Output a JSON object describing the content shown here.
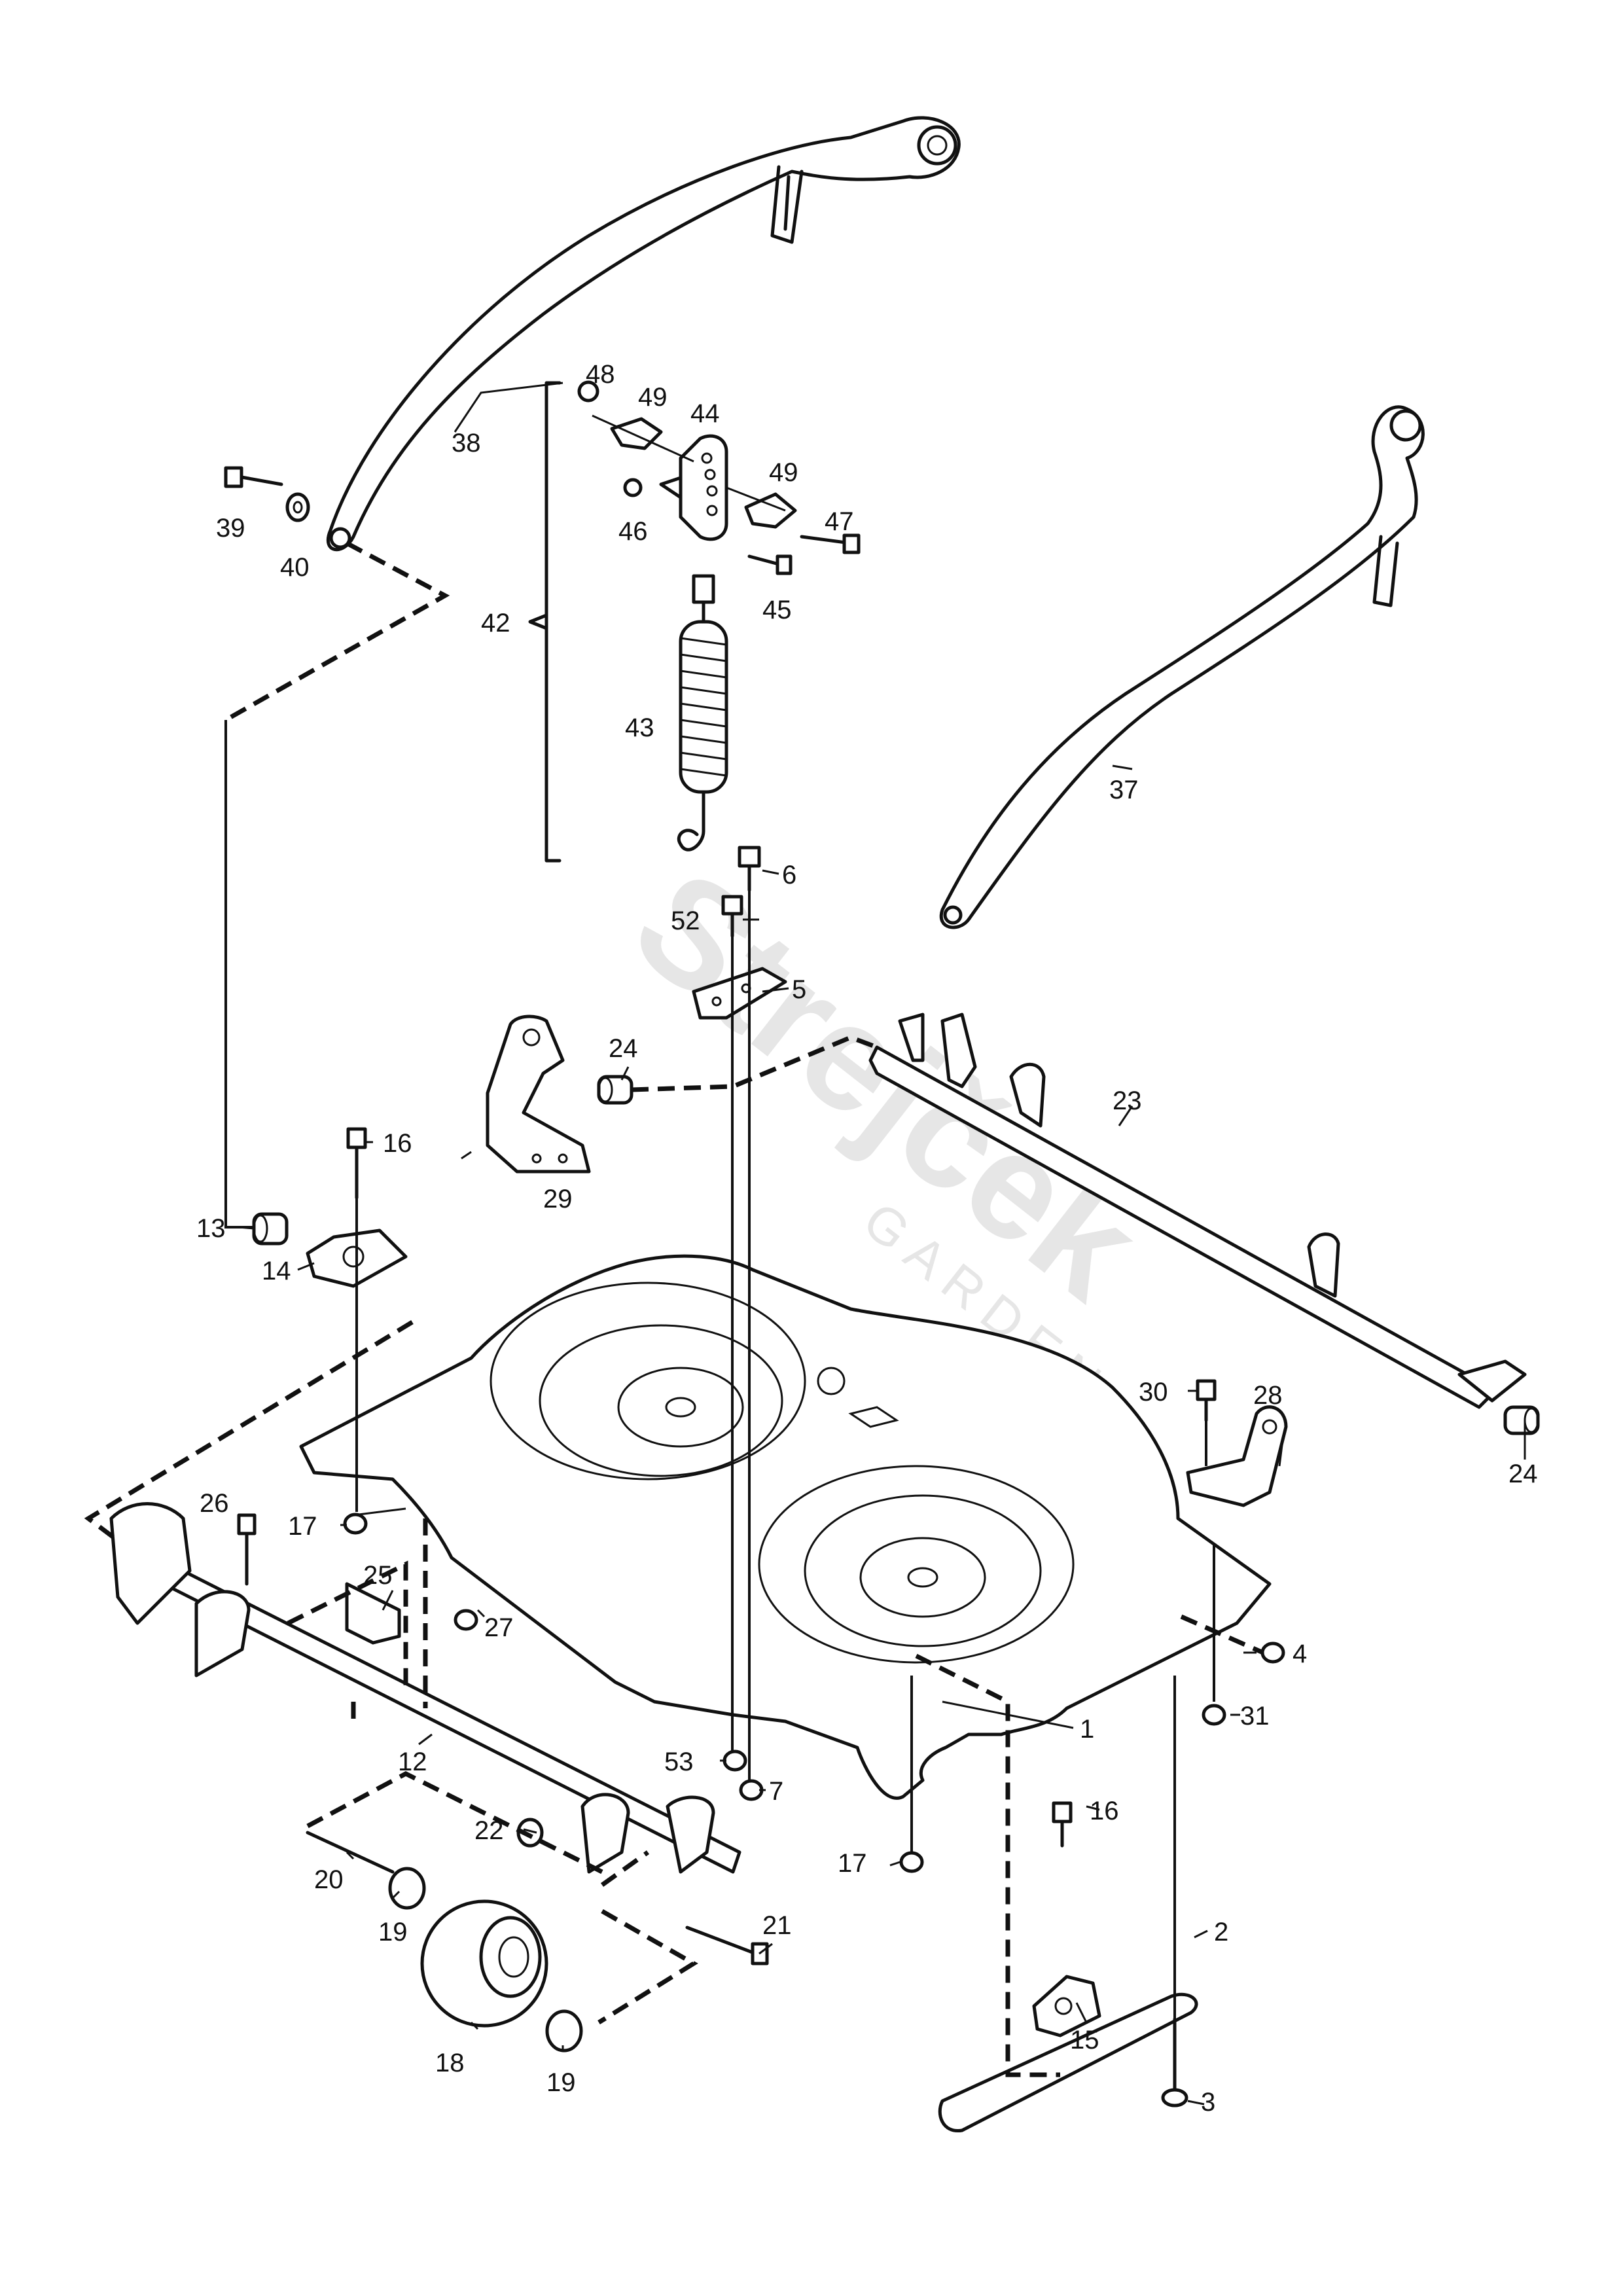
{
  "watermark": {
    "brand": "Strejček",
    "sub": "GARDEN"
  },
  "part_labels": {
    "p1": "1",
    "p2": "2",
    "p3": "3",
    "p4": "4",
    "p5": "5",
    "p6": "6",
    "p7": "7",
    "p12": "12",
    "p13": "13",
    "p14": "14",
    "p15": "15",
    "p16a": "16",
    "p16b": "16",
    "p17a": "17",
    "p17b": "17",
    "p18": "18",
    "p19a": "19",
    "p19b": "19",
    "p20": "20",
    "p21": "21",
    "p22": "22",
    "p23": "23",
    "p24a": "24",
    "p24b": "24",
    "p25": "25",
    "p26": "26",
    "p27": "27",
    "p28": "28",
    "p29": "29",
    "p30": "30",
    "p31": "31",
    "p37": "37",
    "p38": "38",
    "p39": "39",
    "p40": "40",
    "p42": "42",
    "p43": "43",
    "p44": "44",
    "p45": "45",
    "p46": "46",
    "p47": "47",
    "p48": "48",
    "p49a": "49",
    "p49b": "49",
    "p52": "52",
    "p53": "53"
  }
}
